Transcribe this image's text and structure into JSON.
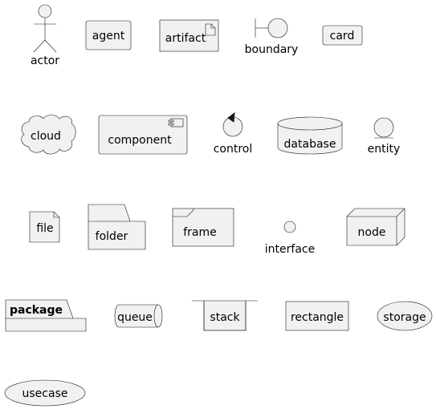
{
  "diagram": {
    "colors": {
      "fill": "#F1F1F1",
      "stroke": "#181818",
      "text": "#000000",
      "background": "#FFFFFF"
    },
    "elements": [
      {
        "kind": "actor",
        "label": "actor"
      },
      {
        "kind": "agent",
        "label": "agent"
      },
      {
        "kind": "artifact",
        "label": "artifact"
      },
      {
        "kind": "boundary",
        "label": "boundary"
      },
      {
        "kind": "card",
        "label": "card"
      },
      {
        "kind": "cloud",
        "label": "cloud"
      },
      {
        "kind": "component",
        "label": "component"
      },
      {
        "kind": "control",
        "label": "control"
      },
      {
        "kind": "database",
        "label": "database"
      },
      {
        "kind": "entity",
        "label": "entity"
      },
      {
        "kind": "file",
        "label": "file"
      },
      {
        "kind": "folder",
        "label": "folder"
      },
      {
        "kind": "frame",
        "label": "frame"
      },
      {
        "kind": "interface",
        "label": "interface"
      },
      {
        "kind": "node",
        "label": "node"
      },
      {
        "kind": "package",
        "label": "package"
      },
      {
        "kind": "queue",
        "label": "queue"
      },
      {
        "kind": "stack",
        "label": "stack"
      },
      {
        "kind": "rectangle",
        "label": "rectangle"
      },
      {
        "kind": "storage",
        "label": "storage"
      },
      {
        "kind": "usecase",
        "label": "usecase"
      }
    ]
  }
}
